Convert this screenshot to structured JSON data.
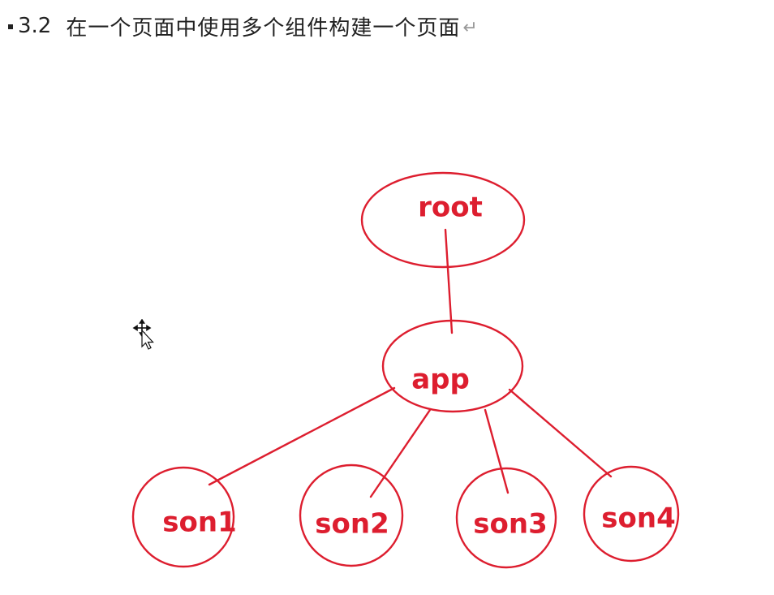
{
  "heading": {
    "number": "3.2",
    "title": "在一个页面中使用多个组件构建一个页面",
    "paragraph_mark": "↵"
  },
  "diagram": {
    "nodes": {
      "root": "root",
      "app": "app",
      "son1": "son1",
      "son2": "son2",
      "son3": "son3",
      "son4": "son4"
    },
    "edges": [
      [
        "root",
        "app"
      ],
      [
        "app",
        "son1"
      ],
      [
        "app",
        "son2"
      ],
      [
        "app",
        "son3"
      ],
      [
        "app",
        "son4"
      ]
    ],
    "color": "#dd1e2f"
  },
  "cursor_icon": "move-cursor-icon"
}
